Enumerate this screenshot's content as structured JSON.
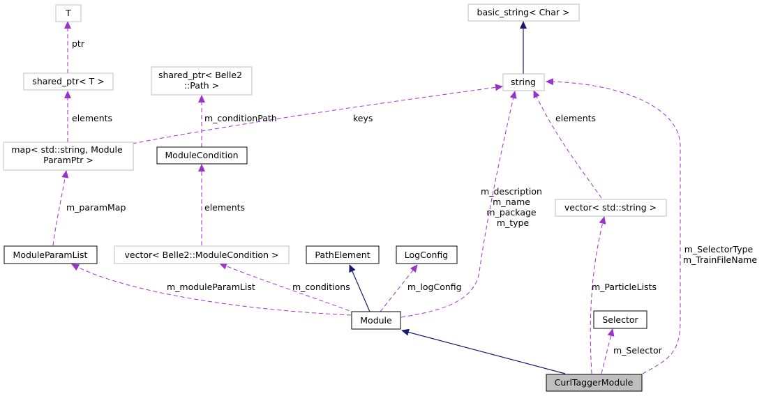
{
  "colors": {
    "background": "#ffffff",
    "border_strong": "#000000",
    "border_light": "#bfbfbf",
    "highlight_fill": "#bfbfbf",
    "inheritance": "#191970",
    "usage": "#9a32cd"
  },
  "nodes": {
    "T": [
      "T"
    ],
    "shared_ptr_T": [
      "shared_ptr< T >"
    ],
    "map": [
      "map< std::string, Module",
      "ParamPtr >"
    ],
    "shared_ptr_path": [
      "shared_ptr< Belle2",
      "::Path >"
    ],
    "module_condition": [
      "ModuleCondition"
    ],
    "basic_string": [
      "basic_string< Char >"
    ],
    "string": [
      "string"
    ],
    "vector_string": [
      "vector< std::string >"
    ],
    "module_param_list": [
      "ModuleParamList"
    ],
    "vector_module_condition": [
      "vector< Belle2::ModuleCondition >"
    ],
    "path_element": [
      "PathElement"
    ],
    "log_config": [
      "LogConfig"
    ],
    "module": [
      "Module"
    ],
    "selector": [
      "Selector"
    ],
    "curl_tagger_module": [
      "CurlTaggerModule"
    ]
  },
  "edges": {
    "ptr": [
      "ptr"
    ],
    "elements_shared": [
      "elements"
    ],
    "keys": [
      "keys"
    ],
    "m_conditionPath": [
      "m_conditionPath"
    ],
    "elements_cond": [
      "elements"
    ],
    "elements_vecstr": [
      "elements"
    ],
    "m_paramMap": [
      "m_paramMap"
    ],
    "m_moduleParamList": [
      "m_moduleParamList"
    ],
    "m_conditions": [
      "m_conditions"
    ],
    "m_logConfig": [
      "m_logConfig"
    ],
    "module_strings": [
      "m_description",
      "m_name",
      "m_package",
      "m_type"
    ],
    "m_ParticleLists": [
      "m_ParticleLists"
    ],
    "m_Selector": [
      "m_Selector"
    ],
    "selector_strings": [
      "m_SelectorType",
      "m_TrainFileName"
    ]
  }
}
